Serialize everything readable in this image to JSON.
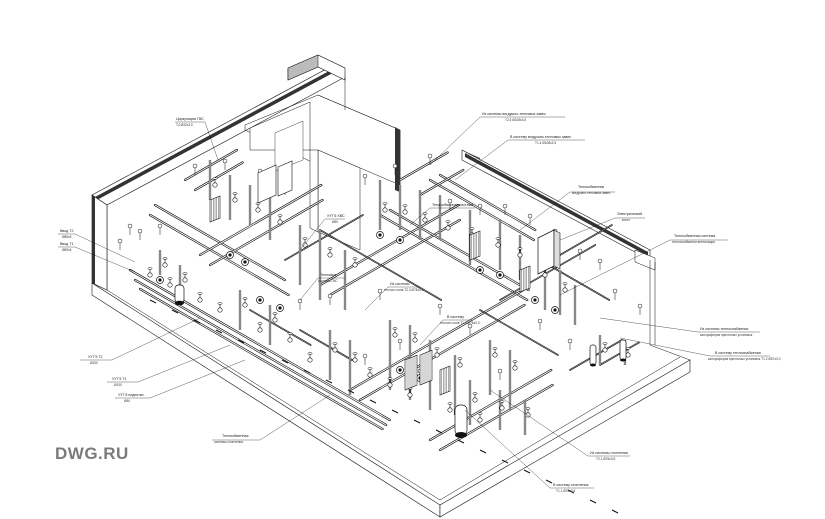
{
  "watermark": "DWG.RU",
  "callouts": [
    {
      "id": "c1",
      "line1": "Циркуляция ГВС",
      "line2": "T4 Ø32x3,0"
    },
    {
      "id": "c2",
      "line1": "Из системы вогдушно-тепловых завес",
      "line2": "T2.4 Ø108x3,5"
    },
    {
      "id": "c3",
      "line1": "В систему вогдушно-тепловых завес",
      "line2": "T1.4 Ø108x3,5"
    },
    {
      "id": "c4",
      "line1": "Теплообменник",
      "line2": "вогдушно-тепловых завес"
    },
    {
      "id": "c5",
      "line1": "Электрический",
      "line2": "котел"
    },
    {
      "id": "c6",
      "line1": "Теплообменная система",
      "line2": "теплоснабжения вентиляции"
    },
    {
      "id": "c7",
      "line1": "Ввод T2",
      "line2": "Ø89x5"
    },
    {
      "id": "c8",
      "line1": "Ввод T1",
      "line2": "Ø89x5"
    },
    {
      "id": "c9",
      "line1": "УУТЭ ХВС",
      "line2": "Ø50"
    },
    {
      "id": "c10",
      "line1": "Теплообменная система",
      "line2": ""
    },
    {
      "id": "c11",
      "line1": "Тепловые",
      "line2": "системы ГВС"
    },
    {
      "id": "c12",
      "line1": "Из системы",
      "line2": "теплого пола T2.3 Ø76x3,0"
    },
    {
      "id": "c13",
      "line1": "В систему",
      "line2": "теплого пола T1.3 Ø76x3,0"
    },
    {
      "id": "c14",
      "line1": "Из системы теплоснабжения",
      "line2": "калориферов приточных установок"
    },
    {
      "id": "c15",
      "line1": "В систему теплоснабжения",
      "line2": "калориферов приточных установок T1.2 Ø57x3,0"
    },
    {
      "id": "c16",
      "line1": "УУТЭ T2",
      "line2": "Ø100"
    },
    {
      "id": "c17",
      "line1": "УУТЭ T1",
      "line2": "Ø100"
    },
    {
      "id": "c18",
      "line1": "УУТЭ подпитки",
      "line2": "Ø50"
    },
    {
      "id": "c19",
      "line1": "Теплообменная",
      "line2": "системы отопления"
    },
    {
      "id": "c20",
      "line1": "Из системы отопления",
      "line2": "T2.1 Ø76x3,5"
    },
    {
      "id": "c21",
      "line1": "В систему отопления",
      "line2": "T1.1 Ø76x3,5"
    }
  ],
  "colors": {
    "line": "#111111",
    "watermark": "#7b7b7b",
    "background": "#ffffff"
  }
}
